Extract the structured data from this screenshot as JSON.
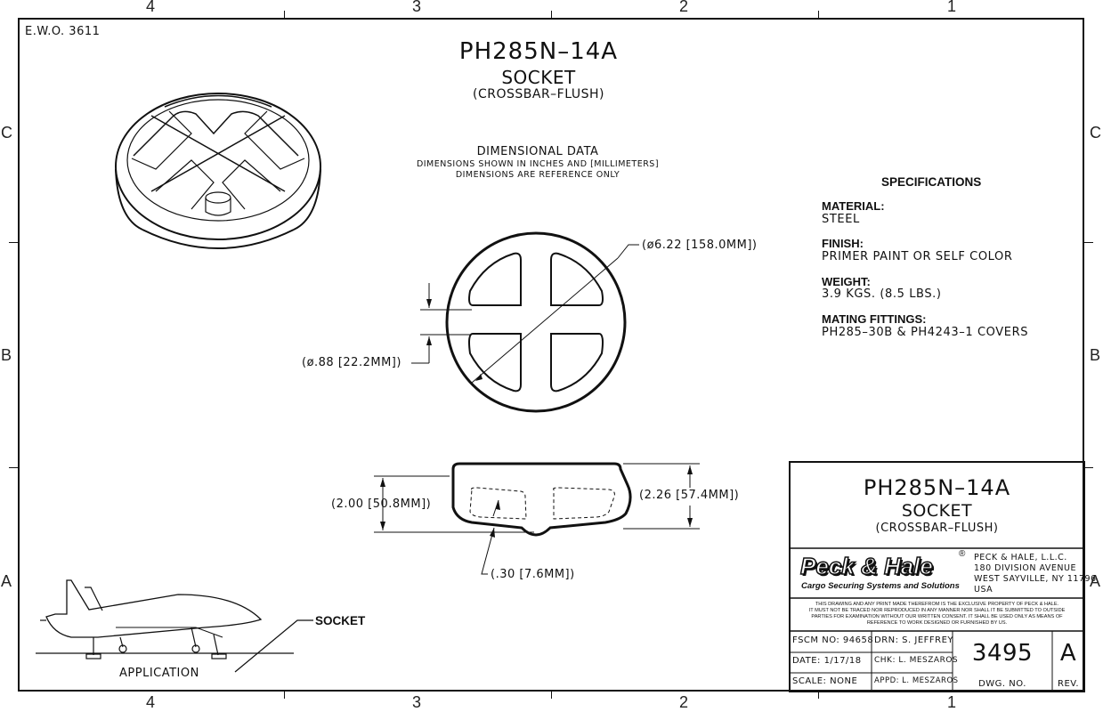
{
  "zones": {
    "top": [
      "4",
      "3",
      "2",
      "1"
    ],
    "bottom": [
      "4",
      "3",
      "2",
      "1"
    ],
    "left": [
      "C",
      "B",
      "A"
    ],
    "right": [
      "C",
      "B",
      "A"
    ]
  },
  "ewo": "E.W.O. 3611",
  "header": {
    "part_number": "PH285N–14A",
    "name": "SOCKET",
    "variant": "(CROSSBAR–FLUSH)"
  },
  "dimensional_data": {
    "title": "DIMENSIONAL DATA",
    "line1": "DIMENSIONS SHOWN IN INCHES AND [MILLIMETERS]",
    "line2": "DIMENSIONS ARE REFERENCE ONLY"
  },
  "dimensions": {
    "outer_diameter": "(ø6.22 [158.0MM])",
    "crossbar_width": "(ø.88 [22.2MM])",
    "height_inner": "(2.00 [50.8MM])",
    "height_outer": "(2.26 [57.4MM])",
    "base_offset": "(.30 [7.6MM])"
  },
  "specifications": {
    "title": "SPECIFICATIONS",
    "material_label": "MATERIAL:",
    "material_value": "STEEL",
    "finish_label": "FINISH:",
    "finish_value": "PRIMER PAINT OR SELF COLOR",
    "weight_label": "WEIGHT:",
    "weight_value": "3.9 KGS. (8.5 LBS.)",
    "mating_label": "MATING FITTINGS:",
    "mating_value": "PH285–30B & PH4243–1 COVERS"
  },
  "application": {
    "label": "APPLICATION",
    "callout": "SOCKET"
  },
  "title_block": {
    "part_number": "PH285N–14A",
    "name": "SOCKET",
    "variant": "(CROSSBAR–FLUSH)",
    "logo_text": "Peck & Hale",
    "logo_registered": "®",
    "tagline": "Cargo Securing Systems and Solutions",
    "company_name": "PECK & HALE, L.L.C.",
    "address1": "180 DIVISION AVENUE",
    "address2": "WEST SAYVILLE, NY 11796",
    "country": "USA",
    "notice_l1": "THIS DRAWING AND ANY PRINT MADE THEREFROM IS THE EXCLUSIVE PROPERTY OF PECK & HALE.",
    "notice_l2": "IT MUST NOT BE TRACED NOR REPRODUCED IN ANY MANNER NOR SHALL IT BE SUBMITTED TO OUTSIDE",
    "notice_l3": "PARTIES FOR EXAMINATION WITHOUT OUR WRITTEN CONSENT.  IT SHALL BE USED ONLY AS MEANS OF",
    "notice_l4": "REFERENCE TO WORK DESIGNED OR FURNISHED BY US.",
    "fscm": "FSCM NO: 94658",
    "date": "DATE: 1/17/18",
    "scale": "SCALE:  NONE",
    "drn": "DRN: S. JEFFREY",
    "chk": "CHK: L. MESZAROS",
    "appd": "APPD: L. MESZAROS",
    "dwg_no": "3495",
    "dwg_label": "DWG.  NO.",
    "rev": "A",
    "rev_label": "REV."
  }
}
